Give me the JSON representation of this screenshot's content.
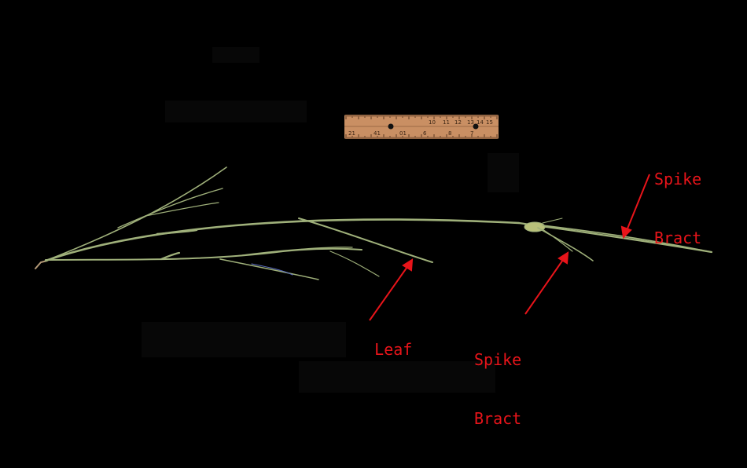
{
  "annotations": {
    "color": "#e8141a",
    "leaf": "Leaf",
    "spike_bract_left_line1": "Spike",
    "spike_bract_left_line2": "Bract",
    "spike_bract_right_line1": "Spike",
    "spike_bract_right_line2": "Bract"
  },
  "ruler": {
    "color": "#c98f63",
    "top_numbers": [
      "10",
      "11",
      "12",
      "13",
      "14",
      "15"
    ],
    "bottom_numbers": [
      "21",
      "41",
      "01",
      "6",
      "8",
      "7"
    ]
  },
  "specimen": {
    "stem_color": "#9fb07a",
    "background": "#000000"
  }
}
